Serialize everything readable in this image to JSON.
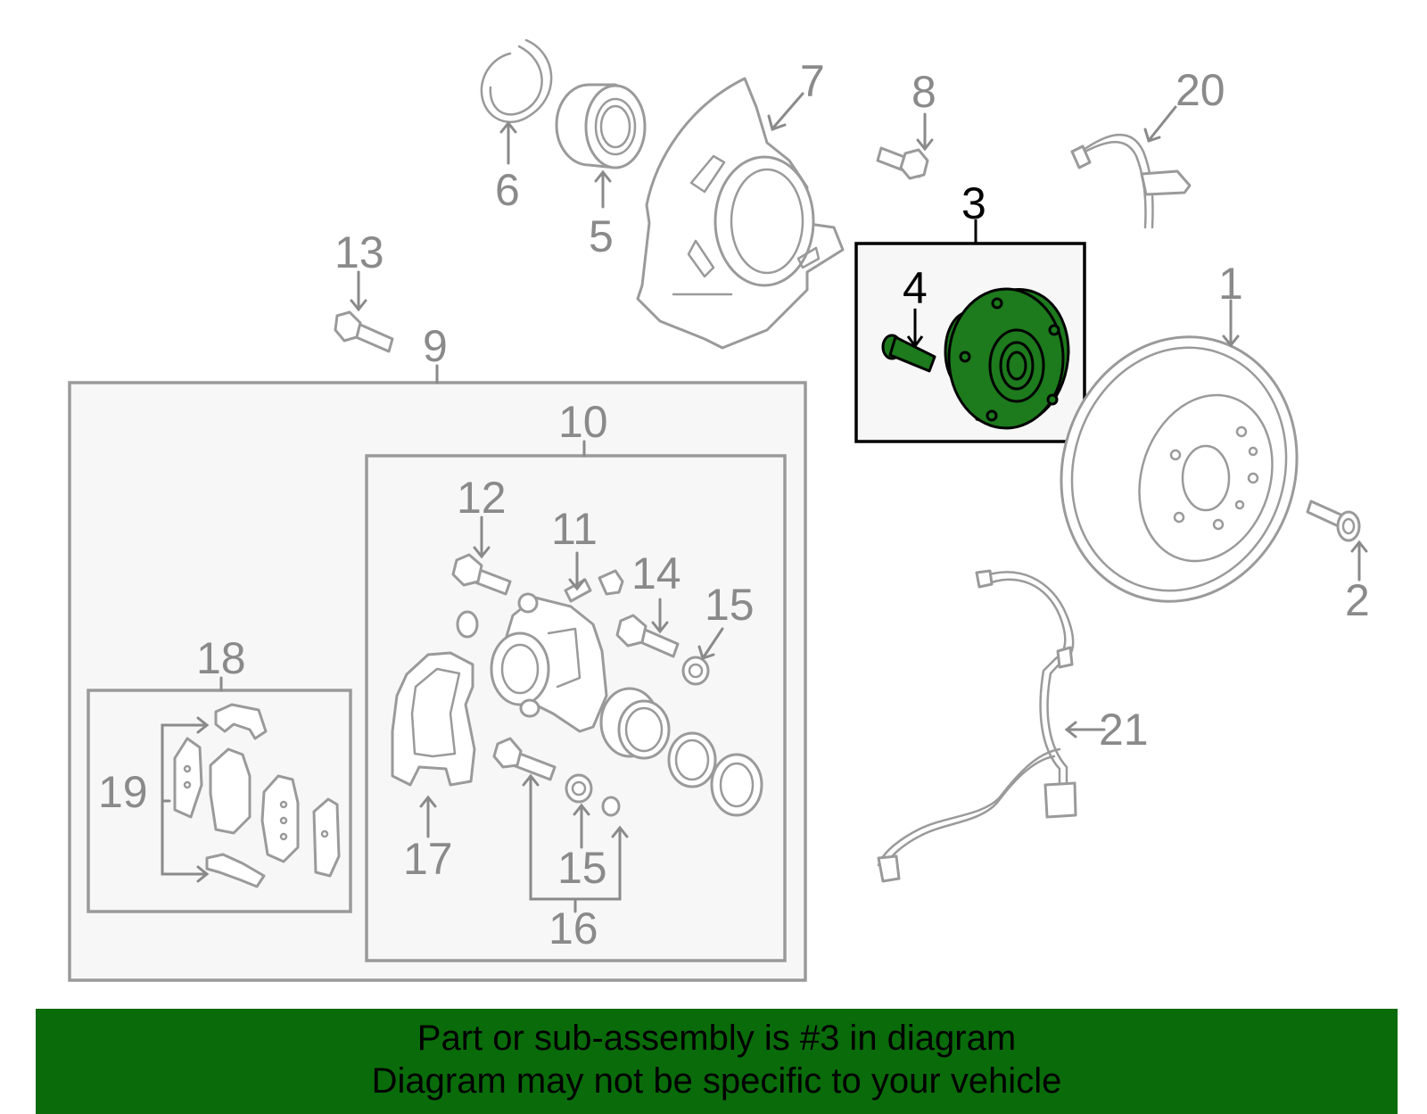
{
  "callouts": {
    "c1": "1",
    "c2": "2",
    "c3": "3",
    "c4": "4",
    "c5": "5",
    "c6": "6",
    "c7": "7",
    "c8": "8",
    "c9": "9",
    "c10": "10",
    "c11": "11",
    "c12": "12",
    "c13": "13",
    "c14": "14",
    "c15a": "15",
    "c15b": "15",
    "c16": "16",
    "c17": "17",
    "c18": "18",
    "c19": "19",
    "c20": "20",
    "c21": "21"
  },
  "banner": {
    "line1": "Part or sub-assembly is #3 in diagram",
    "line2": "Diagram may not be specific to your vehicle"
  },
  "colors": {
    "highlight_fill": "#1d7a1d",
    "banner_bg": "#0a6b0a",
    "line_gray": "#9a9a9a"
  }
}
